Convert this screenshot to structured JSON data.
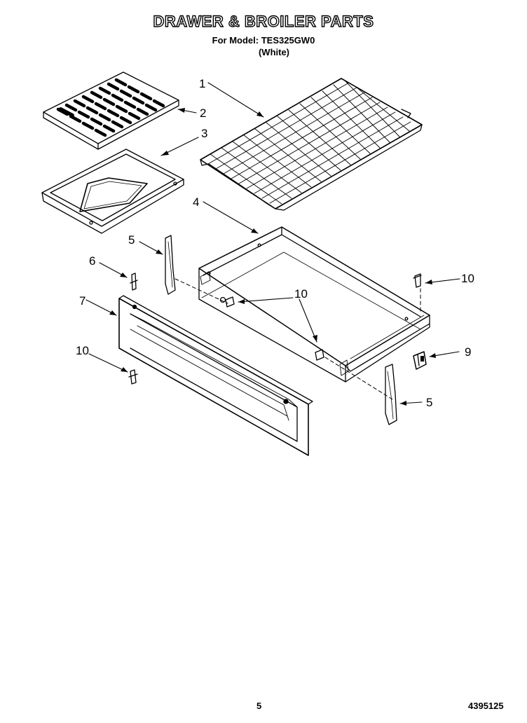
{
  "header": {
    "title": "DRAWER & BROILER PARTS",
    "model_line": "For Model: TES325GW0",
    "color_line": "(White)"
  },
  "callouts": {
    "c1": "1",
    "c2": "2",
    "c3": "3",
    "c4": "4",
    "c5a": "5",
    "c5b": "5",
    "c6": "6",
    "c7": "7",
    "c9": "9",
    "c10a": "10",
    "c10b": "10",
    "c10c": "10"
  },
  "footer": {
    "page_number": "5",
    "document_number": "4395125"
  }
}
